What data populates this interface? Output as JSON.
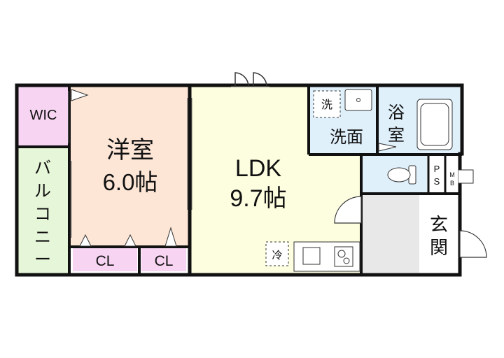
{
  "colors": {
    "western_room": "#fde6d6",
    "ldk": "#fdfde0",
    "wic": "#f7d4f2",
    "closet": "#f7d4f2",
    "balcony": "#e6f6d8",
    "washroom": "#dff0fb",
    "bathroom": "#dff0fb",
    "toilet": "#dff0fb",
    "entrance": "#e8e8e8",
    "wall": "#111111"
  },
  "rooms": {
    "western_room": {
      "name": "洋室",
      "size": "6.0帖"
    },
    "ldk": {
      "name": "LDK",
      "size": "9.7帖"
    },
    "wic": {
      "name": "WIC"
    },
    "balcony": {
      "name": [
        "バ",
        "ル",
        "コ",
        "ニ",
        "ー"
      ]
    },
    "closet_1": {
      "name": "CL"
    },
    "closet_2": {
      "name": "CL"
    },
    "washroom": {
      "name": "洗面"
    },
    "washer": {
      "name": "洗"
    },
    "bathroom": {
      "name": [
        "浴",
        "室"
      ]
    },
    "entrance": {
      "name": [
        "玄",
        "関"
      ]
    },
    "refrigerator": {
      "name": "冷"
    },
    "pipe_space": {
      "name": [
        "P",
        "S"
      ]
    },
    "meter_box": {
      "name": [
        "M",
        "B"
      ]
    }
  }
}
